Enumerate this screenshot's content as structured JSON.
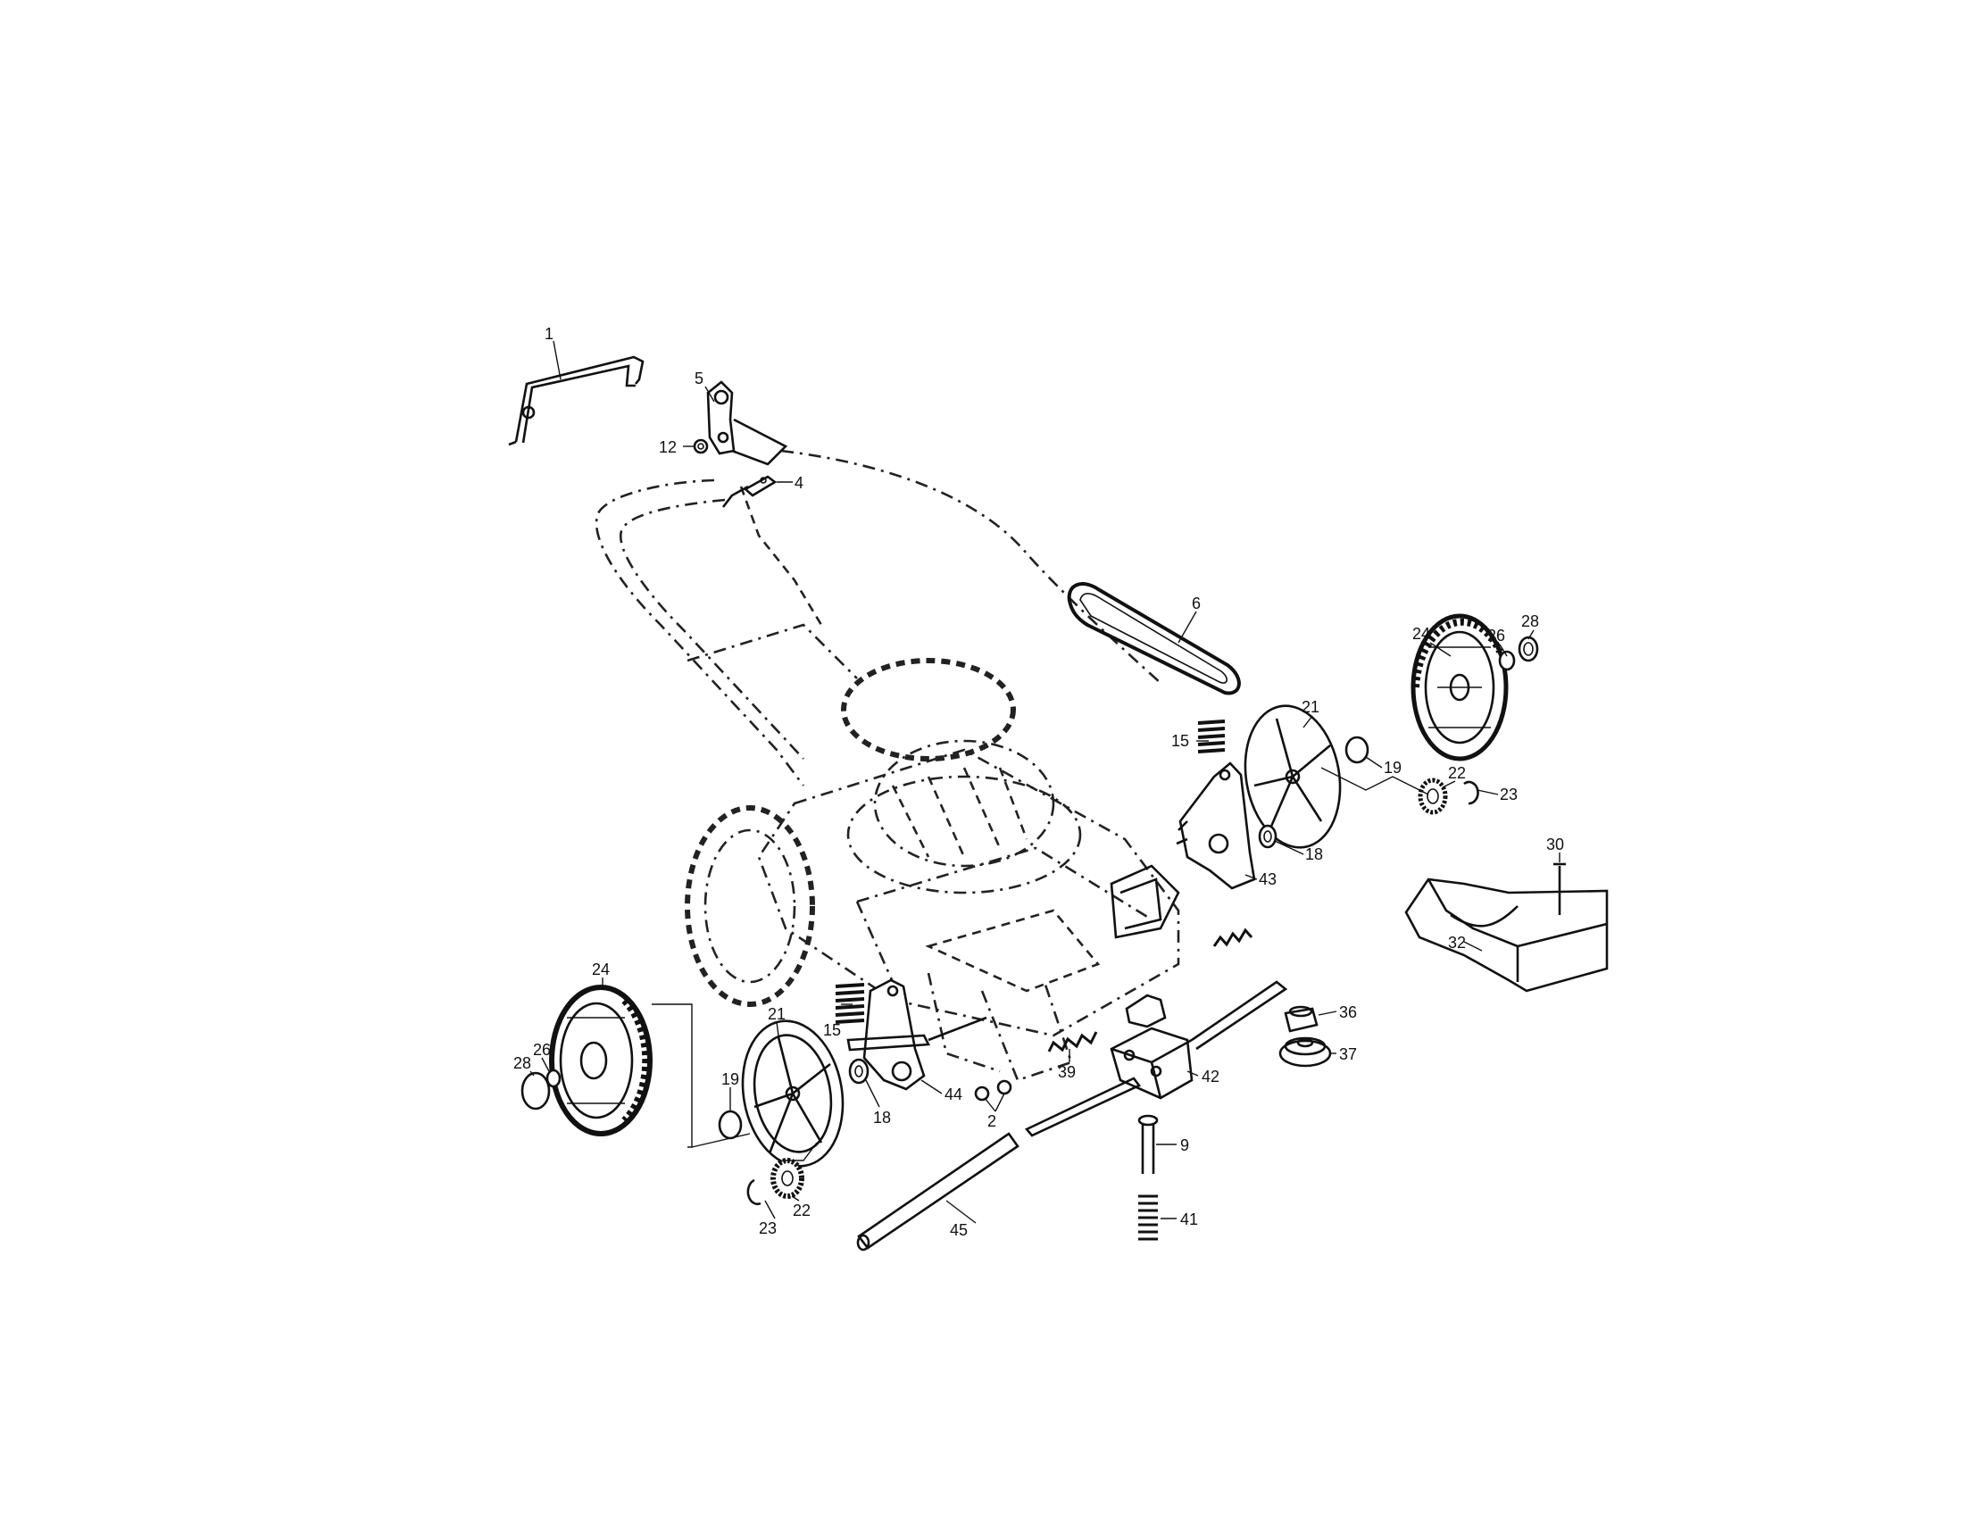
{
  "callouts": {
    "c1": "1",
    "c5": "5",
    "c12": "12",
    "c4": "4",
    "c6": "6",
    "c24a": "24",
    "c26a": "26",
    "c28a": "28",
    "c21a": "21",
    "c15a": "15",
    "c19a": "19",
    "c22a": "22",
    "c23a": "23",
    "c18a": "18",
    "c43": "43",
    "c30": "30",
    "c32": "32",
    "c24b": "24",
    "c21b": "21",
    "c28b": "28",
    "c26b": "26",
    "c15b": "15",
    "c19b": "19",
    "c18b": "18",
    "c44": "44",
    "c2": "2",
    "c39": "39",
    "c42": "42",
    "c36": "36",
    "c37": "37",
    "c9": "9",
    "c41": "41",
    "c22b": "22",
    "c23b": "23",
    "c45": "45"
  }
}
